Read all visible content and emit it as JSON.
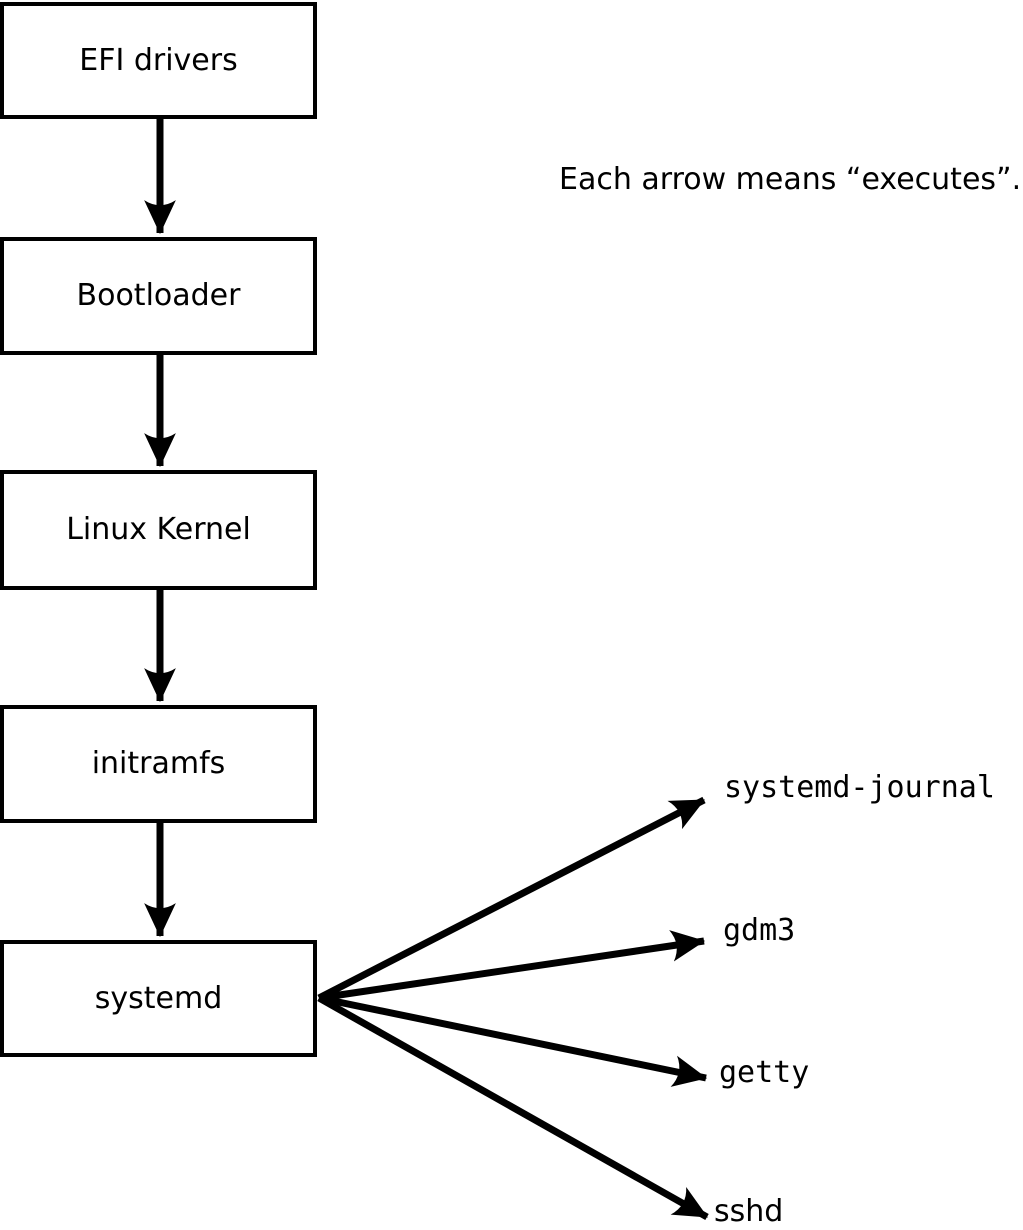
{
  "note": {
    "text": "Each arrow means “executes”."
  },
  "nodes": {
    "chain": [
      {
        "label": "EFI drivers"
      },
      {
        "label": "Bootloader"
      },
      {
        "label": "Linux Kernel"
      },
      {
        "label": "initramfs"
      },
      {
        "label": "systemd"
      }
    ],
    "spawned": [
      {
        "label": "systemd-journal"
      },
      {
        "label": "gdm3"
      },
      {
        "label": "getty"
      },
      {
        "label": "sshd"
      }
    ]
  },
  "edges": {
    "meaning": "executes",
    "chain_edges": [
      "EFI drivers -> Bootloader",
      "Bootloader -> Linux Kernel",
      "Linux Kernel -> initramfs",
      "initramfs -> systemd"
    ],
    "fanout_edges": [
      "systemd -> systemd-journal",
      "systemd -> gdm3",
      "systemd -> getty",
      "systemd -> sshd"
    ]
  },
  "colors": {
    "line": "#000000",
    "text": "#000000",
    "box_fill": "#ffffff",
    "background": "#ffffff"
  }
}
